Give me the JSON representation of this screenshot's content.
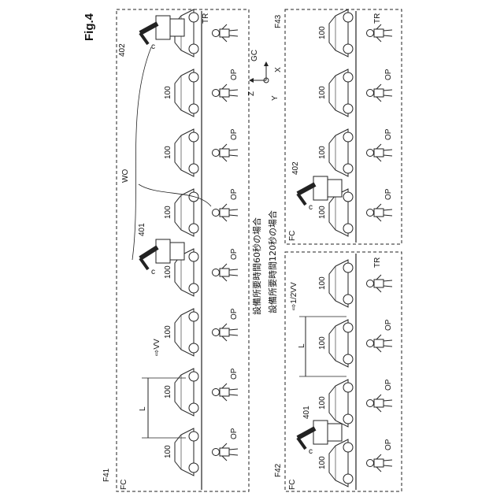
{
  "figure_title": "Fig.4",
  "panels": {
    "top": {
      "label": "F41",
      "caption": "設備所要時間60秒の場合",
      "robot1": "401",
      "robot2": "402",
      "speed_label": "⇨VV",
      "pitch_label": "L",
      "workpiece_label": "WO",
      "op_label": "OP",
      "car_label": "100",
      "tr_label": "TR",
      "fc_label": "FC"
    },
    "bottom_left": {
      "label": "F42",
      "caption": "設備所要時間120秒の場合",
      "robot": "401",
      "speed_label": "⇨1/2VV",
      "pitch_label": "L",
      "op_label": "OP",
      "car_label": "100",
      "tr_label": "TR",
      "fc_label": "FC"
    },
    "bottom_right": {
      "label": "F43",
      "robot": "402",
      "op_label": "OP",
      "car_label": "100",
      "tr_label": "TR",
      "fc_label": "FC"
    }
  },
  "axes": {
    "gc": "GC",
    "z": "Z",
    "x": "X",
    "y": "Y"
  }
}
